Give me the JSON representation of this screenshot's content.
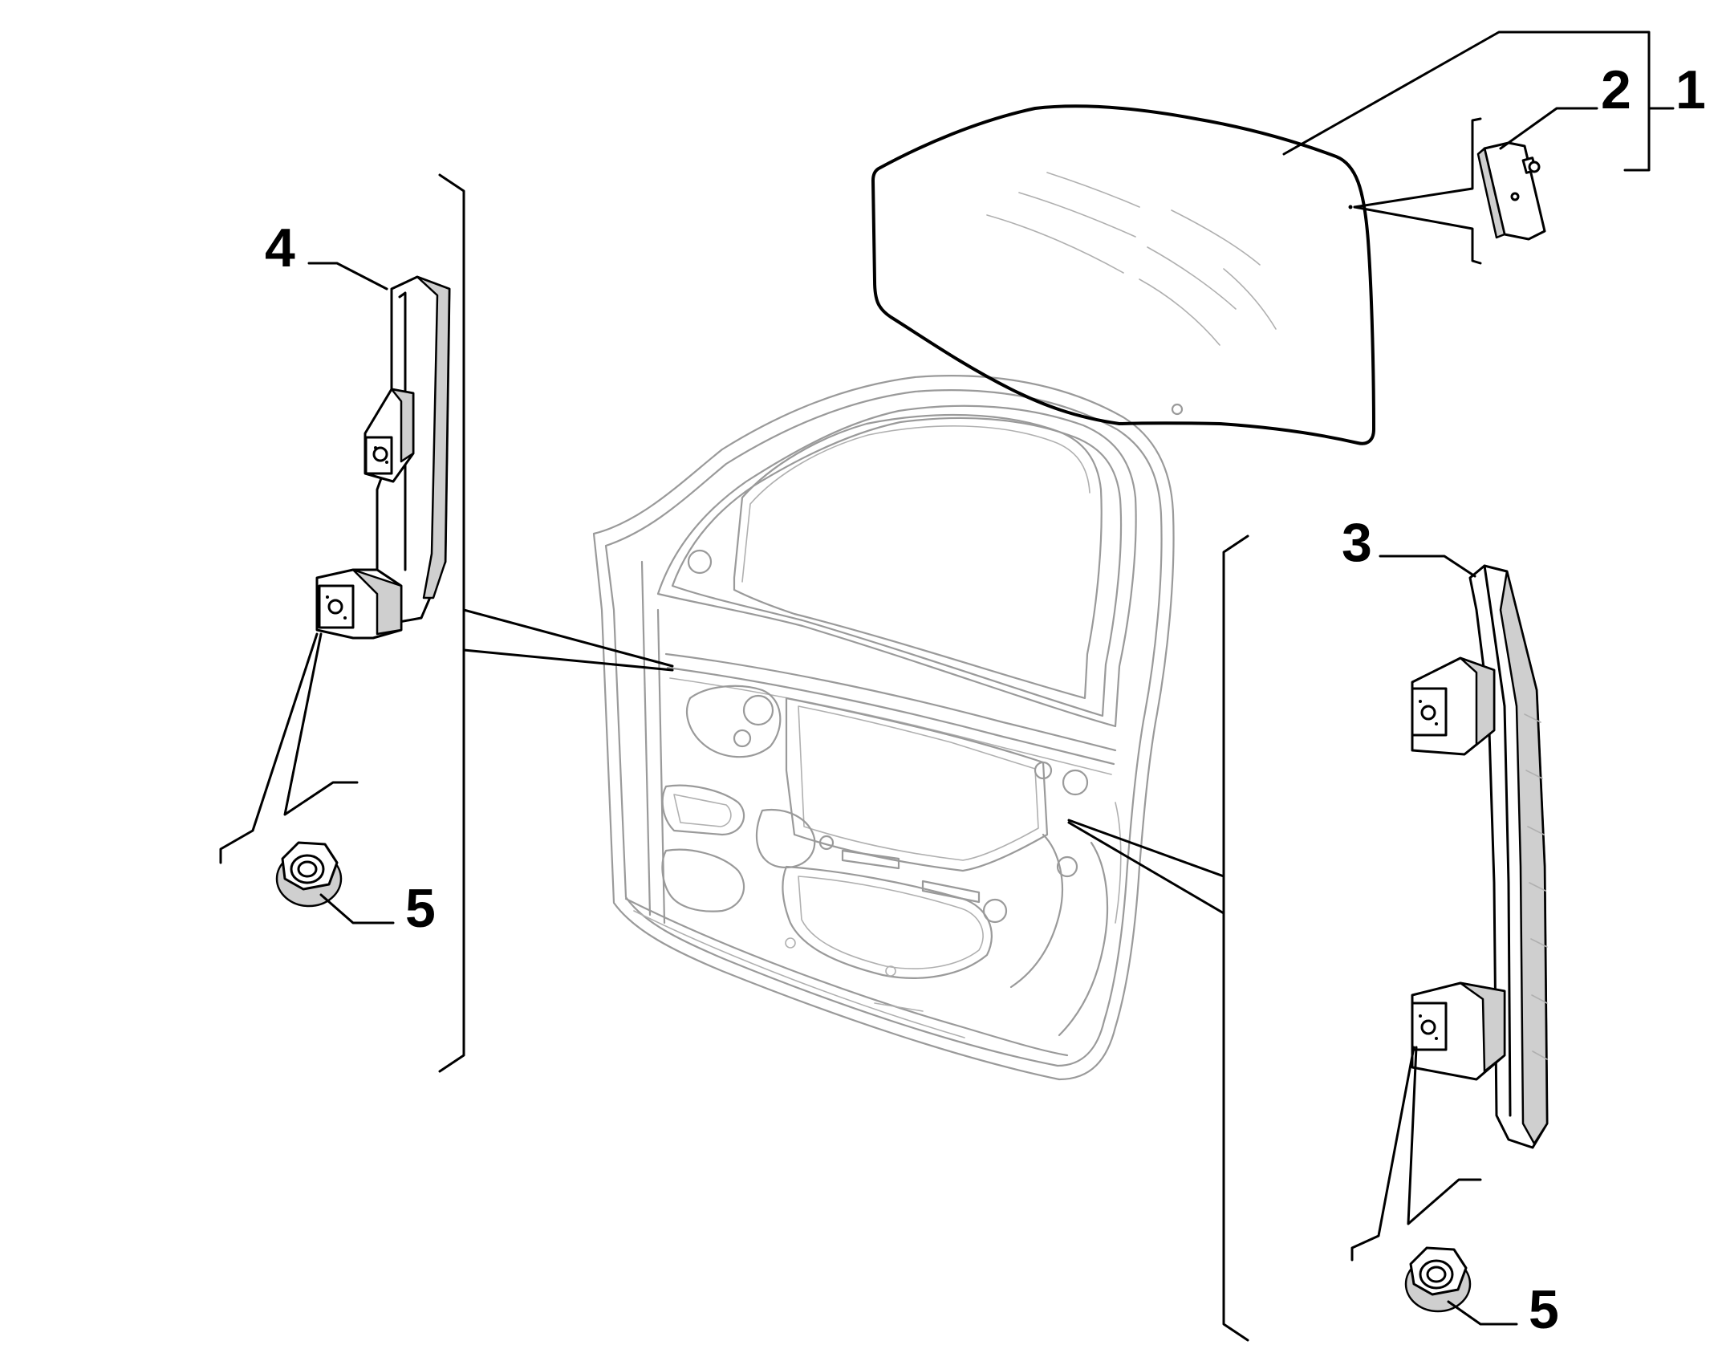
{
  "callouts": {
    "c1": "1",
    "c2": "2",
    "c3": "3",
    "c4": "4",
    "c5_left": "5",
    "c5_right": "5"
  },
  "colors": {
    "ink": "#000000",
    "door_outline": "#9a9a9a",
    "background": "#ffffff"
  }
}
